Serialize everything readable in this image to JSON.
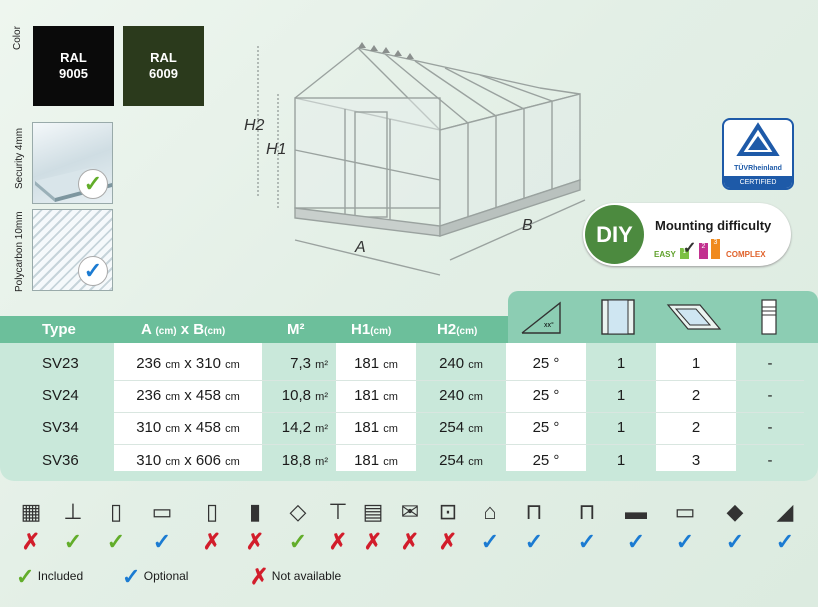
{
  "left_panel": {
    "color_label": "Color",
    "colors": [
      {
        "code_line1": "RAL",
        "code_line2": "9005",
        "hex": "#0a0a0a"
      },
      {
        "code_line1": "RAL",
        "code_line2": "6009",
        "hex": "#2b3a1c"
      }
    ],
    "glazing": [
      {
        "label": "Security 4mm",
        "status": "included"
      },
      {
        "label": "Polycarbon 10mm",
        "status": "optional"
      }
    ]
  },
  "diagram": {
    "label_h2": "H2",
    "label_h1": "H1",
    "label_a": "A",
    "label_b": "B"
  },
  "badges": {
    "tuv_text": "TÜVRheinland",
    "tuv_sub": "CERTIFIED",
    "diy": "DIY",
    "mounting_title": "Mounting difficulty",
    "easy": "EASY",
    "complex": "COMPLEX",
    "levels": [
      "1",
      "2",
      "3"
    ]
  },
  "table": {
    "headers": {
      "type": "Type",
      "a": "A",
      "a_unit": "(cm)",
      "x": "x",
      "b": "B",
      "b_unit": "(cm)",
      "m2": "M²",
      "h1": "H1",
      "h1_unit": "(cm)",
      "h2": "H2",
      "h2_unit": "(cm)",
      "roof_angle_icon": "xx°"
    },
    "rows": [
      {
        "type": "SV23",
        "a": "236",
        "b": "310",
        "m2": "7,3",
        "h1": "181",
        "h2": "240",
        "angle": "25 °",
        "doors": "1",
        "windows": "1",
        "louvre": "-"
      },
      {
        "type": "SV24",
        "a": "236",
        "b": "458",
        "m2": "10,8",
        "h1": "181",
        "h2": "240",
        "angle": "25 °",
        "doors": "1",
        "windows": "2",
        "louvre": "-"
      },
      {
        "type": "SV34",
        "a": "310",
        "b": "458",
        "m2": "14,2",
        "h1": "181",
        "h2": "254",
        "angle": "25 °",
        "doors": "1",
        "windows": "2",
        "louvre": "-"
      },
      {
        "type": "SV36",
        "a": "310",
        "b": "606",
        "m2": "18,8",
        "h1": "181",
        "h2": "254",
        "angle": "25 °",
        "doors": "1",
        "windows": "3",
        "louvre": "-"
      }
    ],
    "units": {
      "cm": "cm",
      "m2": "m²",
      "x": "x"
    }
  },
  "features": [
    {
      "icon": "color-chart-icon",
      "status": "not_available"
    },
    {
      "icon": "ground-anchor-icon",
      "status": "included"
    },
    {
      "icon": "single-door-icon",
      "status": "included"
    },
    {
      "icon": "double-door-icon",
      "status": "optional"
    },
    {
      "icon": "side-door-icon",
      "status": "not_available"
    },
    {
      "icon": "double-side-door-icon",
      "status": "not_available"
    },
    {
      "icon": "roof-window-icon",
      "status": "included"
    },
    {
      "icon": "auto-opener-icon",
      "status": "not_available"
    },
    {
      "icon": "louvre-window-icon",
      "status": "not_available"
    },
    {
      "icon": "envelope-icon",
      "status": "not_available"
    },
    {
      "icon": "frame-panel-icon",
      "status": "not_available"
    },
    {
      "icon": "greenhouse-light-icon",
      "status": "optional"
    },
    {
      "icon": "staging-table-icon",
      "status": "optional"
    },
    {
      "icon": "shelf-bracket-icon",
      "status": "optional"
    },
    {
      "icon": "tray-icon",
      "status": "optional"
    },
    {
      "icon": "flat-shelf-icon",
      "status": "optional"
    },
    {
      "icon": "roof-vent-icon",
      "status": "optional"
    },
    {
      "icon": "gutter-icon",
      "status": "optional"
    }
  ],
  "legend": {
    "included": "Included",
    "optional": "Optional",
    "not_available": "Not available"
  }
}
